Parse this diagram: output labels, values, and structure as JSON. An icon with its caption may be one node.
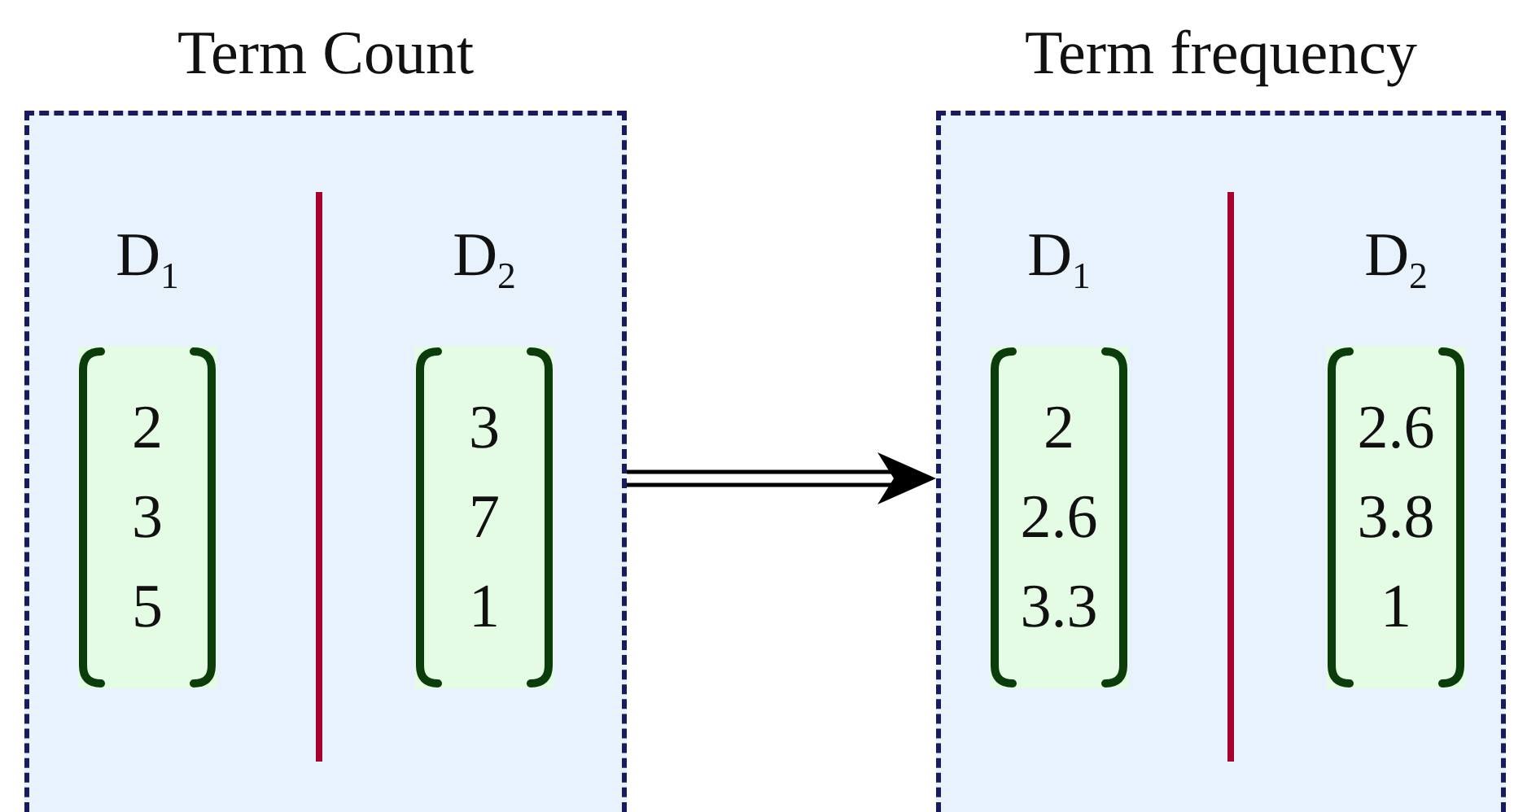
{
  "diagram": {
    "nodes": [
      {
        "text": [
          "Term Count"
        ]
      },
      {
        "text": [
          "D$_{1}$",
          "2",
          "3",
          "5"
        ],
        "in": 0
      },
      {
        "text": [
          "D$_{2}$",
          "3",
          "7",
          "1"
        ],
        "in": 0
      },
      {
        "text": [
          "Term frequency"
        ]
      },
      {
        "text": [
          "D$_{1}$",
          "2",
          "2.6",
          "3.3"
        ],
        "in": 3
      },
      {
        "text": [
          "D$_{2}$",
          "2.6",
          "3.8",
          "1"
        ],
        "in": 3
      }
    ],
    "edges": [
      {
        "from": 0,
        "to": 3,
        "arrow": "to"
      }
    ]
  }
}
